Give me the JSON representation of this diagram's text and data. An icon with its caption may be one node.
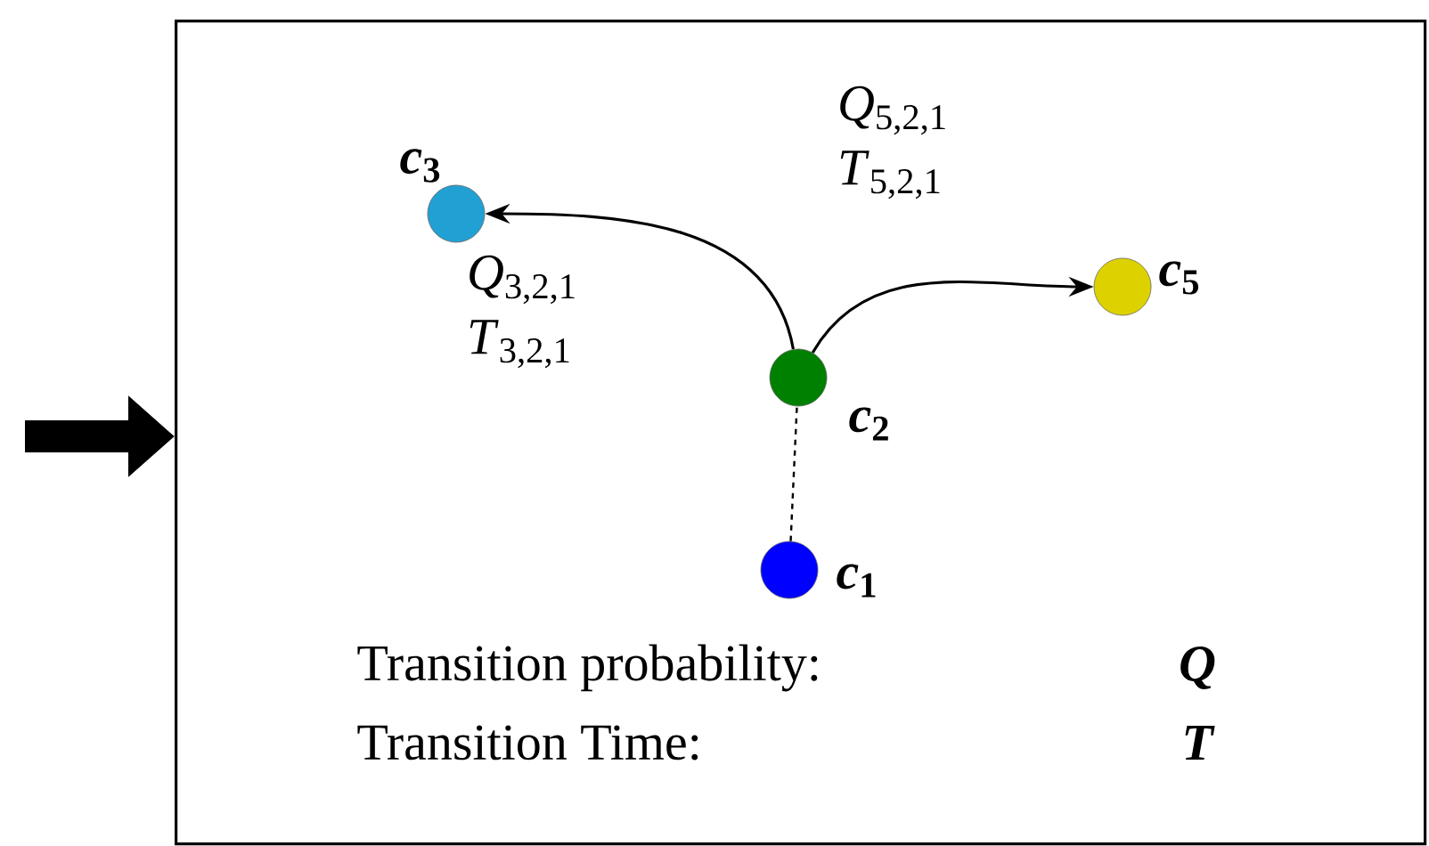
{
  "diagram": {
    "nodes": [
      {
        "text": [],
        "shape": "box"
      },
      {
        "text": [],
        "shape": "circle",
        "beside": [
          "*c*$_{3}$"
        ],
        "in": 0
      },
      {
        "text": [],
        "shape": "circle",
        "beside": [
          "*c*$_{2}$"
        ],
        "in": 0
      },
      {
        "text": [],
        "shape": "circle",
        "beside": [
          "*c*$_{5}$"
        ],
        "in": 0
      },
      {
        "text": [],
        "shape": "circle",
        "beside": [
          "*c*$_{1}$"
        ],
        "in": 0
      }
    ],
    "edges": [
      {
        "from": null,
        "to": 0,
        "arrow": "to",
        "style": "thick"
      },
      {
        "from": 2,
        "to": 1,
        "arrow": "to",
        "label": "*Q*$_{3,2,1}$ *T*$_{3,2,1}$"
      },
      {
        "from": 2,
        "to": 3,
        "arrow": "to",
        "label": "*Q*$_{5,2,1}$ *T*$_{5,2,1}$"
      },
      {
        "from": 4,
        "to": 2,
        "arrow": "none",
        "style": "dashed"
      }
    ],
    "labels": [
      "Transition probability:",
      "Q",
      "Transition Time:",
      "T"
    ]
  }
}
